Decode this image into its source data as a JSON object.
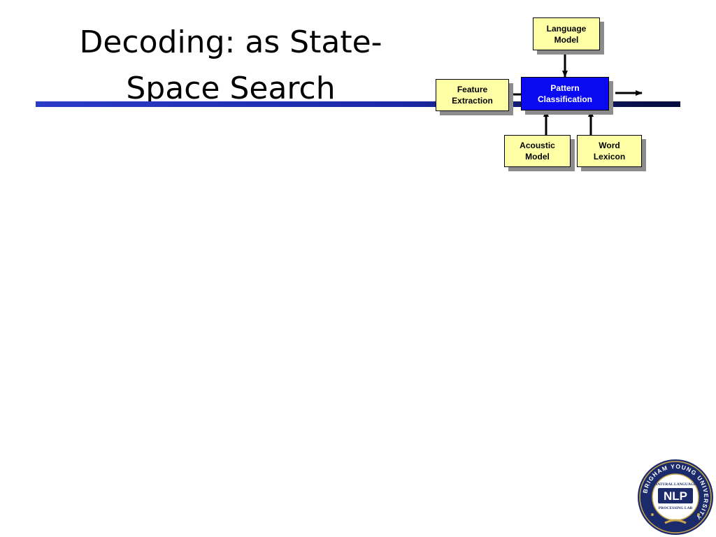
{
  "slide": {
    "title_line1": "Decoding: as State-",
    "title_line2": "Space Search"
  },
  "diagram": {
    "language_model": {
      "line1": "Language",
      "line2": "Model"
    },
    "feature_extraction": {
      "line1": "Feature",
      "line2": "Extraction"
    },
    "pattern_classification": {
      "line1": "Pattern",
      "line2": "Classification"
    },
    "acoustic_model": {
      "line1": "Acoustic",
      "line2": "Model"
    },
    "word_lexicon": {
      "line1": "Word",
      "line2": "Lexicon"
    }
  },
  "logo": {
    "ring_text": "BRIGHAM YOUNG UNIVERSITY",
    "top_text": "NATURAL LANGUAGE",
    "center_text": "NLP",
    "bottom_text": "PROCESSING LAB"
  },
  "colors": {
    "box_fill": "#ffffa6",
    "box_blue": "#0a0af2",
    "rule_blue": "#1c2aa8",
    "logo_navy": "#1b2a6b",
    "logo_gold": "#c9a84a"
  }
}
